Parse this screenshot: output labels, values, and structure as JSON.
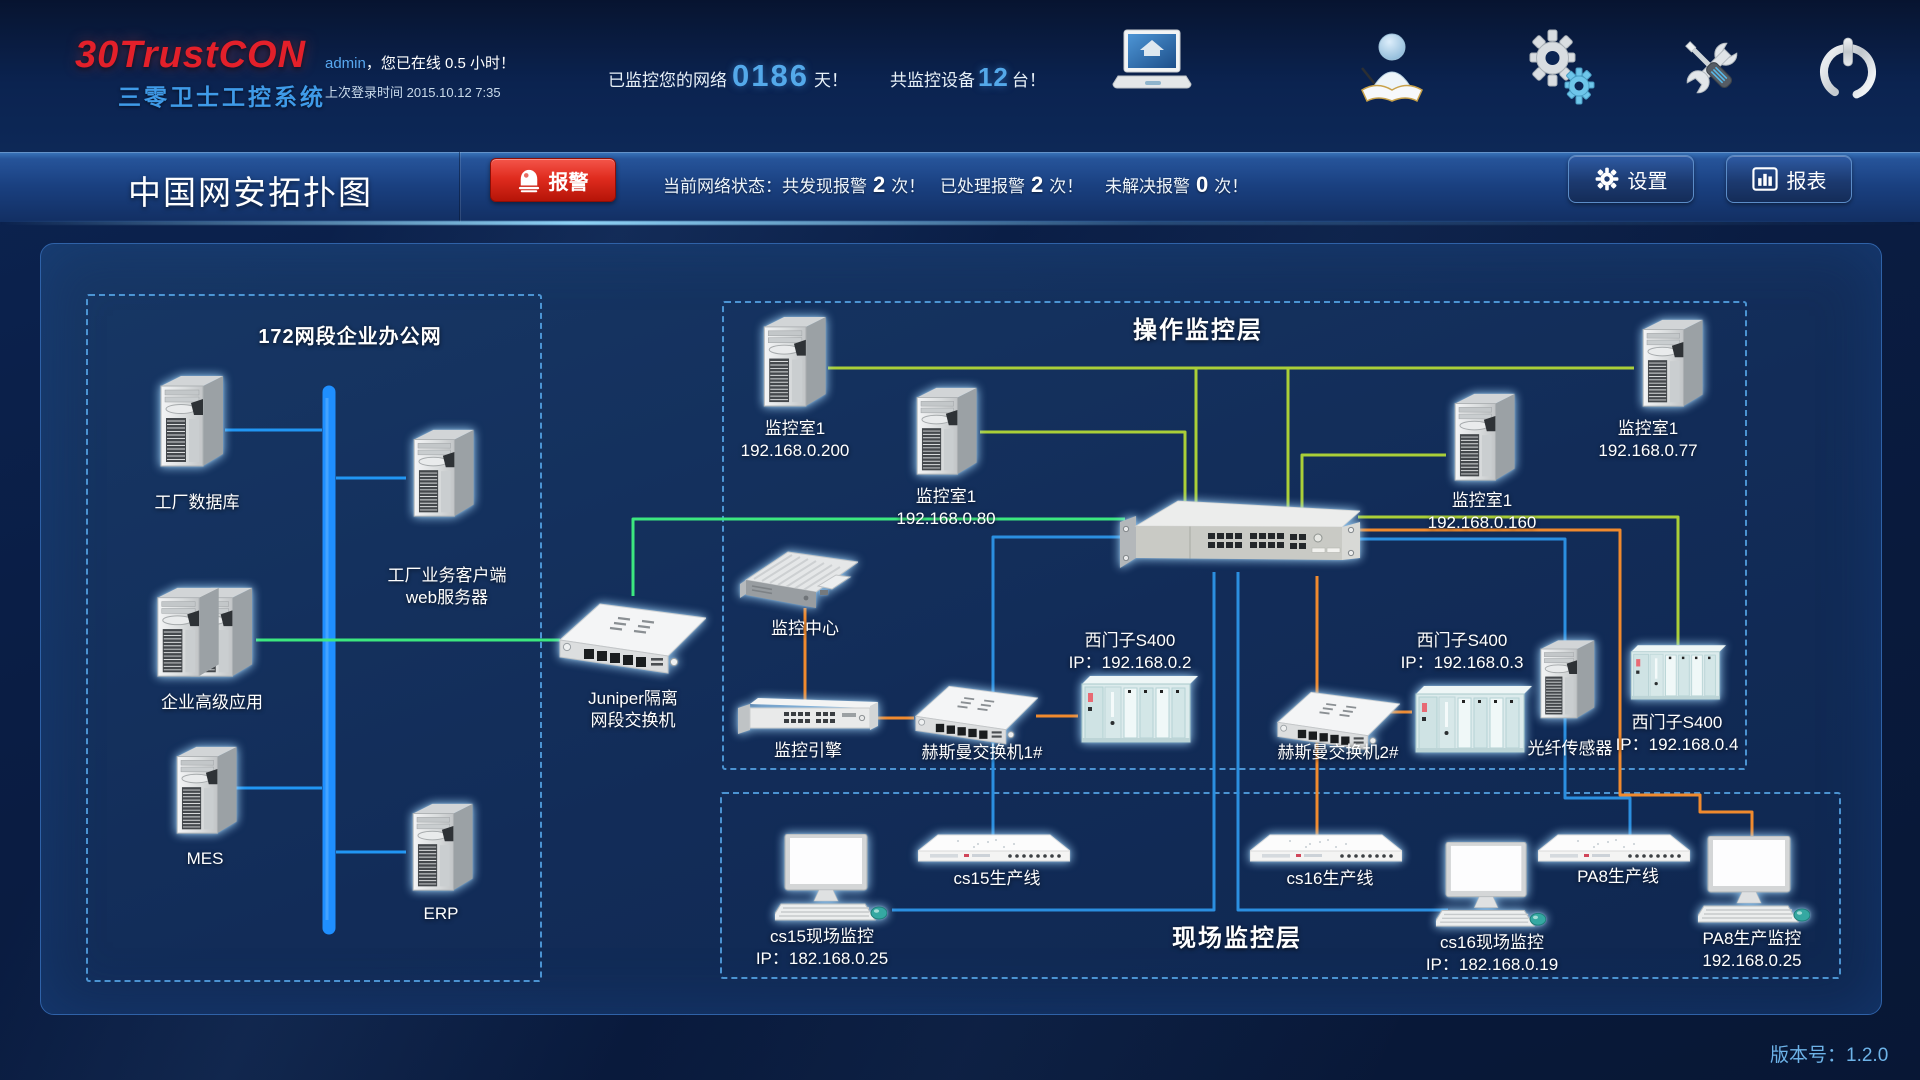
{
  "header": {
    "logo_title": "30TrustCON",
    "logo_subtitle": "三零卫士工控系统",
    "user_name": "admin",
    "user_online": "，您已在线 0.5 小时！",
    "last_login": "上次登录时间  2015.10.12 7:35",
    "stats": {
      "monitored_label": "已监控您的网络",
      "monitored_days": "0186",
      "days_suffix": "天！",
      "devices_label": "共监控设备",
      "devices_count": "12",
      "devices_suffix": "台！"
    },
    "icons": [
      "home-laptop-icon",
      "user-log-icon",
      "gears-icon",
      "tools-icon",
      "power-icon"
    ]
  },
  "toolbar": {
    "page_title": "中国网安拓扑图",
    "alarm_button": "报警",
    "status": [
      {
        "text": "当前网络状态：共发现报警",
        "count": "2",
        "suffix": "次！"
      },
      {
        "text": "已处理报警",
        "count": "2",
        "suffix": "次！"
      },
      {
        "text": "未解决报警",
        "count": "0",
        "suffix": "次！"
      }
    ],
    "settings_button": "设置",
    "report_button": "报表"
  },
  "topology": {
    "office_box": {
      "title": "172网段企业办公网",
      "nodes": [
        {
          "label": "工厂数据库"
        },
        {
          "label": "工厂业务客户端",
          "label2": "web服务器"
        },
        {
          "label": "企业高级应用"
        },
        {
          "label": "MES"
        },
        {
          "label": "ERP"
        }
      ]
    },
    "juniper": {
      "label": "Juniper隔离",
      "label2": "网段交换机"
    },
    "ops_box": {
      "title": "操作监控层",
      "nodes": [
        {
          "label": "监控室1",
          "ip": "192.168.0.200"
        },
        {
          "label": "监控室1",
          "ip": "192.168.0.80"
        },
        {
          "label": "监控室1",
          "ip": "192.168.0.160"
        },
        {
          "label": "监控室1",
          "ip": "192.168.0.77"
        },
        {
          "label": "监控中心"
        },
        {
          "label": "监控引擎"
        },
        {
          "label": "赫斯曼交换机1#"
        },
        {
          "label": "西门子S400",
          "ip": "IP：192.168.0.2"
        },
        {
          "label": "赫斯曼交换机2#"
        },
        {
          "label": "西门子S400",
          "ip": "IP：192.168.0.3"
        },
        {
          "label": "光纤传感器"
        },
        {
          "label": "西门子S400",
          "ip": "IP：192.168.0.4"
        }
      ]
    },
    "field_box": {
      "title": "现场监控层",
      "nodes": [
        {
          "label": "cs15现场监控",
          "ip": "IP：182.168.0.25"
        },
        {
          "label": "cs15生产线"
        },
        {
          "label": "cs16生产线"
        },
        {
          "label": "cs16现场监控",
          "ip": "IP：182.168.0.19"
        },
        {
          "label": "PA8生产线"
        },
        {
          "label": "PA8生产监控",
          "ip": "192.168.0.25"
        }
      ]
    }
  },
  "footer": {
    "version": "版本号：1.2.0"
  },
  "colors": {
    "line_green": "#3ce87f",
    "line_lime": "#aacf38",
    "line_blue": "#2b8fe0",
    "line_orange": "#f08a2e",
    "bus_blue": "#1f8fff",
    "alarm_red": "#d8281c",
    "accent_blue": "#54a9ea",
    "panel_border": "#2f62a8",
    "dash_border": "#56a6e8",
    "version_text": "#6db3e8"
  }
}
